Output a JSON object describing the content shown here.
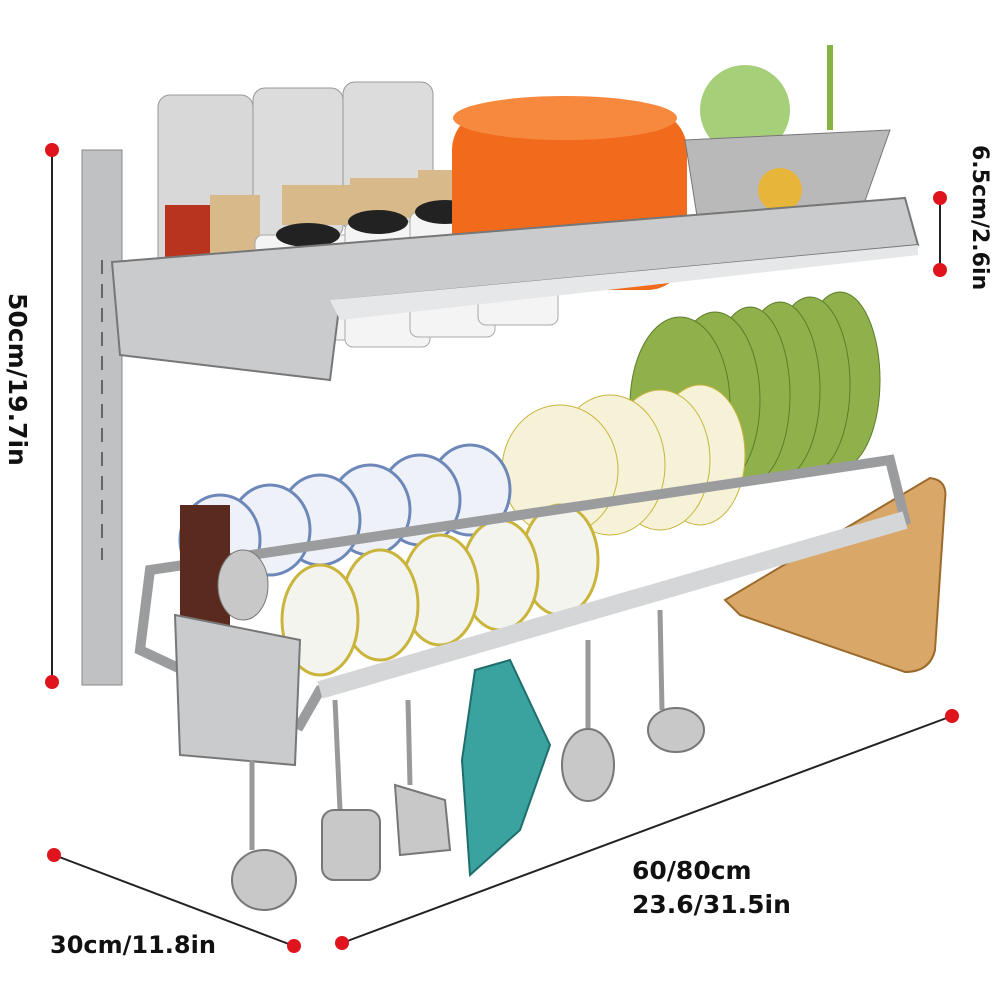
{
  "dimensions": {
    "height": "50cm/19.7in",
    "shelf_depth": "6.5cm/2.6in",
    "depth": "30cm/11.8in",
    "width_cm": "60/80cm",
    "width_in": "23.6/31.5in"
  },
  "colors": {
    "marker": "#e0141c",
    "steel": "#c9cbcd",
    "orange_pot": "#f26a1b",
    "plates_green": "#8fb04a",
    "cutting_board": "#d9a868",
    "towel": "#3aa3a0"
  }
}
